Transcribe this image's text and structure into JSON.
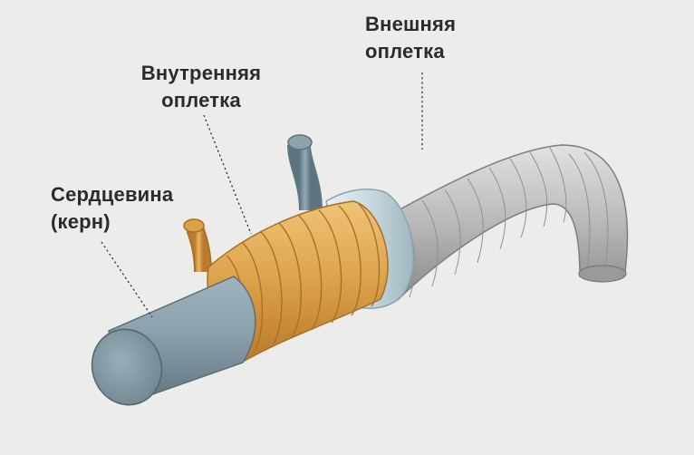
{
  "labels": {
    "core": {
      "line1": "Сердцевина",
      "line2": "(керн)"
    },
    "inner_braid": {
      "line1": "Внутренняя",
      "line2": "оплетка"
    },
    "outer_braid": {
      "line1": "Внешняя",
      "line2": "оплетка"
    }
  },
  "colors": {
    "background": "#ececea",
    "core": "#8fa3ad",
    "inner_braid": "#dca24a",
    "outer_braid": "#b8b8b8",
    "text": "#2b2b2b"
  }
}
